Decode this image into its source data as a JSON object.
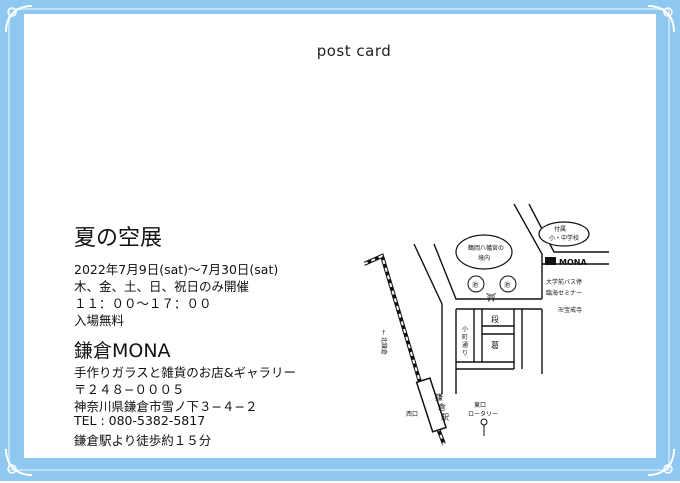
{
  "card": {
    "heading": "post card",
    "exhibition_title": "夏の空展",
    "dates": "2022年7月9日(sat)〜7月30日(sat)",
    "open_days": "木、金、土、日、祝日のみ開催",
    "hours": "１１：００〜１７：００",
    "admission": "入場無料",
    "shop_name": "鎌倉MONA",
    "shop_desc": "手作りガラスと雑貨のお店&ギャラリー",
    "postal": "〒２４８−０００５",
    "address": "神奈川県鎌倉市雪ノ下３−４−２",
    "tel": "TEL : 080-5382-5817",
    "access": "鎌倉駅より徒歩約１５分"
  },
  "map": {
    "shrine_label_1": "鶴岡八幡宮の",
    "shrine_label_2": "境内",
    "school_label_1": "付属",
    "school_label_2": "小・中学校",
    "shop_marker": "MONA",
    "bus_stop": "大学前バス停",
    "seminar": "臨海セミナー",
    "temple": "卍宝戒寺",
    "pond_left": "池",
    "pond_right": "池",
    "dankazura_1": "段",
    "dankazura_2": "葛",
    "komachi_1": "小",
    "komachi_2": "町",
    "komachi_3": "通",
    "komachi_4": "り",
    "kitakamakura": "← 北鎌倉",
    "west_exit": "西口",
    "east_exit_1": "東口",
    "east_exit_2": "ロータリー",
    "station_1": "鎌",
    "station_2": "倉",
    "station_3": "駅"
  },
  "colors": {
    "frame": "#8ec7ef",
    "frame_light": "#bfe2f8",
    "card": "#ffffff"
  }
}
